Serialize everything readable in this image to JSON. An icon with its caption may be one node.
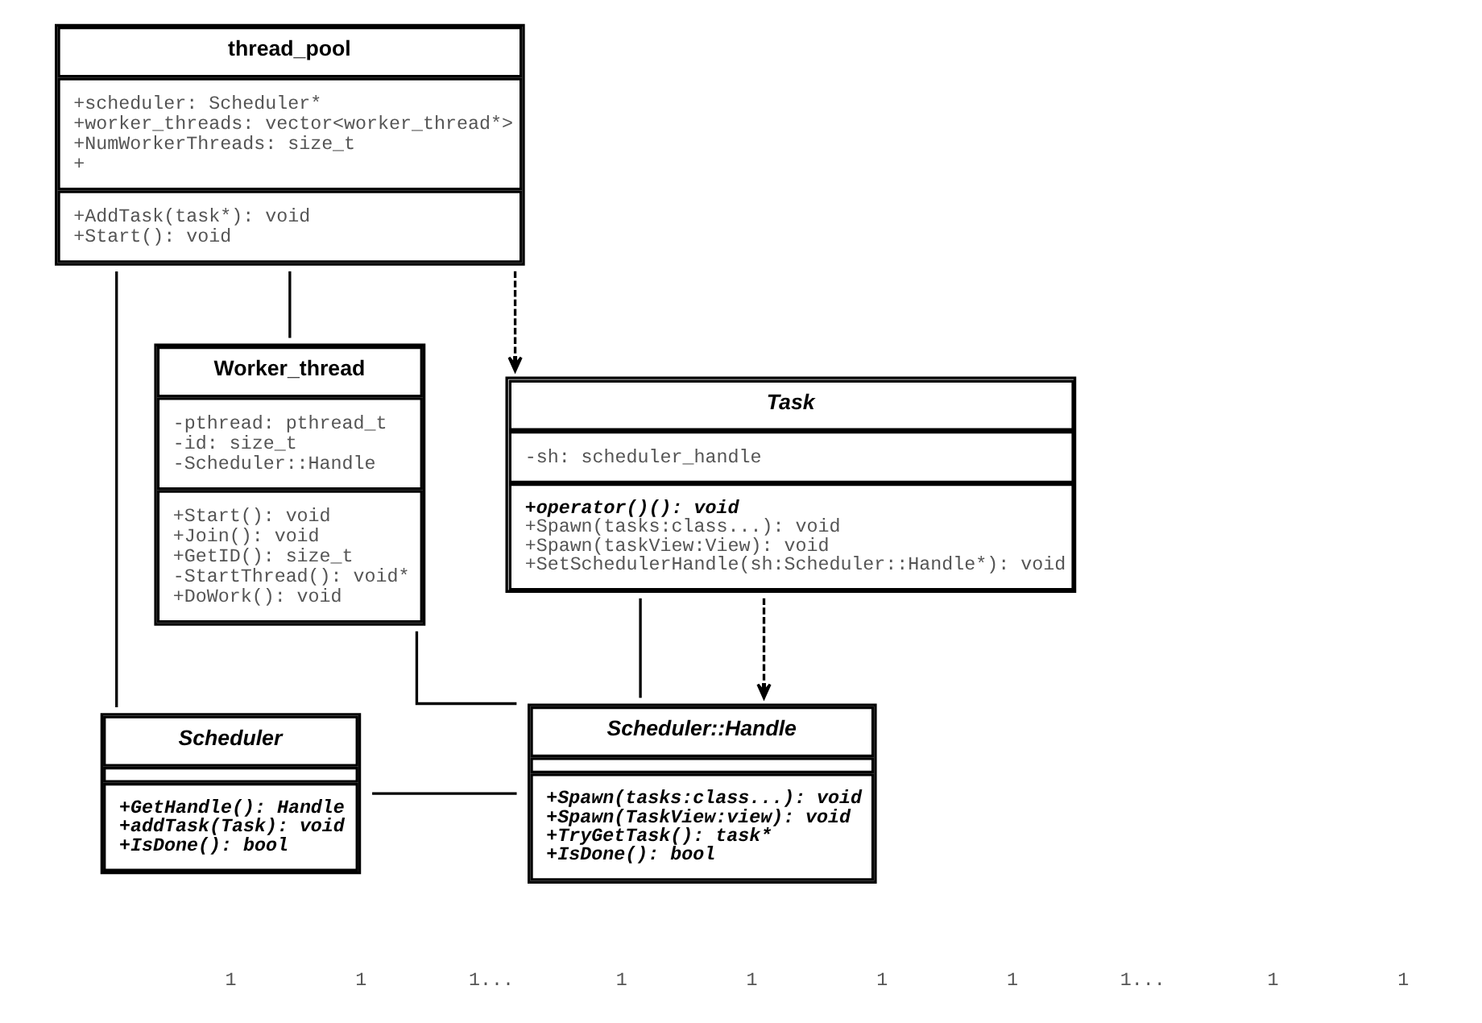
{
  "diagram": {
    "nodes": [
      {
        "text": [
          "thread_pool",
          "+scheduler: Scheduler*",
          "+worker_threads: vector<worker_thread*>",
          "+NumWorkerThreads: size_t",
          "+",
          "+AddTask(task*): void",
          "+Start(): void"
        ]
      },
      {
        "text": [
          "Worker_thread",
          "-pthread: pthread_t",
          "-id: size_t",
          "-Scheduler::Handle",
          "+Start(): void",
          "+Join(): void",
          "+GetID(): size_t",
          "-StartThread(): void*",
          "+DoWork(): void"
        ]
      },
      {
        "text": [
          "Task",
          "-sh: scheduler_handle",
          "+operator()(): void",
          "+Spawn(tasks:class...): void",
          "+Spawn(taskView:View): void",
          "+SetSchedulerHandle(sh:Scheduler::Handle*): void"
        ]
      },
      {
        "text": [
          "Scheduler",
          "+GetHandle(): Handle",
          "+addTask(Task): void",
          "+IsDone(): bool"
        ]
      },
      {
        "text": [
          "Scheduler::Handle",
          "+Spawn(tasks:class...): void",
          "+Spawn(TaskView:view): void",
          "+TryGetTask(): task*",
          "+IsDone(): bool"
        ]
      }
    ],
    "edges": [
      {
        "from": 0,
        "to": 3,
        "arrow": "none"
      },
      {
        "from": 0,
        "to": 1,
        "arrow": "none"
      },
      {
        "from": 0,
        "to": 2,
        "arrow": "to",
        "style": "dashed"
      },
      {
        "from": 1,
        "to": 4,
        "arrow": "none"
      },
      {
        "from": 2,
        "to": 4,
        "arrow": "none"
      },
      {
        "from": 3,
        "to": 4,
        "arrow": "none"
      },
      {
        "from": 2,
        "to": 4,
        "arrow": "to",
        "style": "dashed"
      }
    ],
    "labels": [
      "1",
      "1",
      "1...",
      "1",
      "1",
      "1",
      "1",
      "1...",
      "1",
      "1"
    ]
  }
}
